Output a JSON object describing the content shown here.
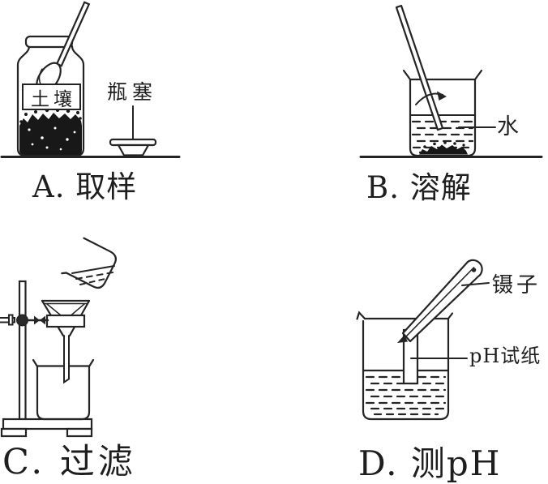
{
  "figure": {
    "panels": {
      "A": {
        "caption": "A. 取样",
        "jar_content_label": "土壤",
        "stopper_label": "瓶塞"
      },
      "B": {
        "caption": "B. 溶解",
        "water_label": "水"
      },
      "C": {
        "caption": "C. 过滤"
      },
      "D": {
        "caption": "D. 测pH",
        "tweezers_label": "镊子",
        "ph_paper_label": "pH试纸"
      }
    },
    "colors": {
      "ink": "#222222",
      "paper": "#ffffff"
    }
  }
}
